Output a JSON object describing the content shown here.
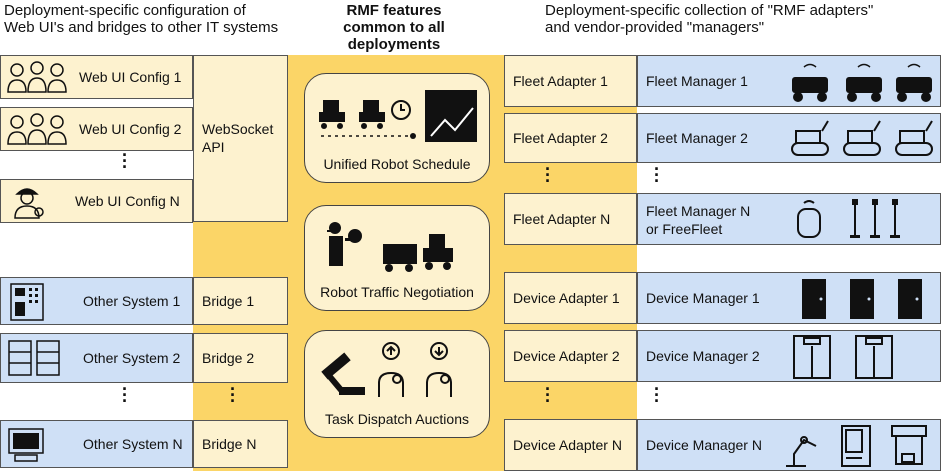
{
  "headers": {
    "left": [
      "Deployment-specific configuration of",
      "Web UI's and bridges to other IT systems"
    ],
    "center": [
      "RMF features",
      "common to all",
      "deployments"
    ],
    "right": [
      "Deployment-specific collection of \"RMF adapters\"",
      "and vendor-provided \"managers\""
    ]
  },
  "web_ui": {
    "configs": [
      "Web UI Config 1",
      "Web UI Config 2",
      "Web UI Config N"
    ],
    "api": [
      "WebSocket",
      "API"
    ]
  },
  "systems": [
    "Other System 1",
    "Other System 2",
    "Other System N"
  ],
  "bridges": [
    "Bridge 1",
    "Bridge 2",
    "Bridge N"
  ],
  "features": [
    "Unified Robot Schedule",
    "Robot Traffic Negotiation",
    "Task Dispatch Auctions"
  ],
  "fleet_adapters": [
    "Fleet Adapter 1",
    "Fleet Adapter 2",
    "Fleet Adapter N"
  ],
  "fleet_managers": [
    "Fleet Manager 1",
    "Fleet Manager 2",
    "Fleet Manager N",
    "or FreeFleet"
  ],
  "device_adapters": [
    "Device Adapter 1",
    "Device Adapter 2",
    "Device Adapter N"
  ],
  "device_managers": [
    "Device Manager 1",
    "Device Manager 2",
    "Device Manager N"
  ],
  "ellipsis": "·\n·\n·",
  "colors": {
    "cream": "#fdf2cf",
    "blue": "#cfe0f6",
    "gold": "#fbd567"
  }
}
